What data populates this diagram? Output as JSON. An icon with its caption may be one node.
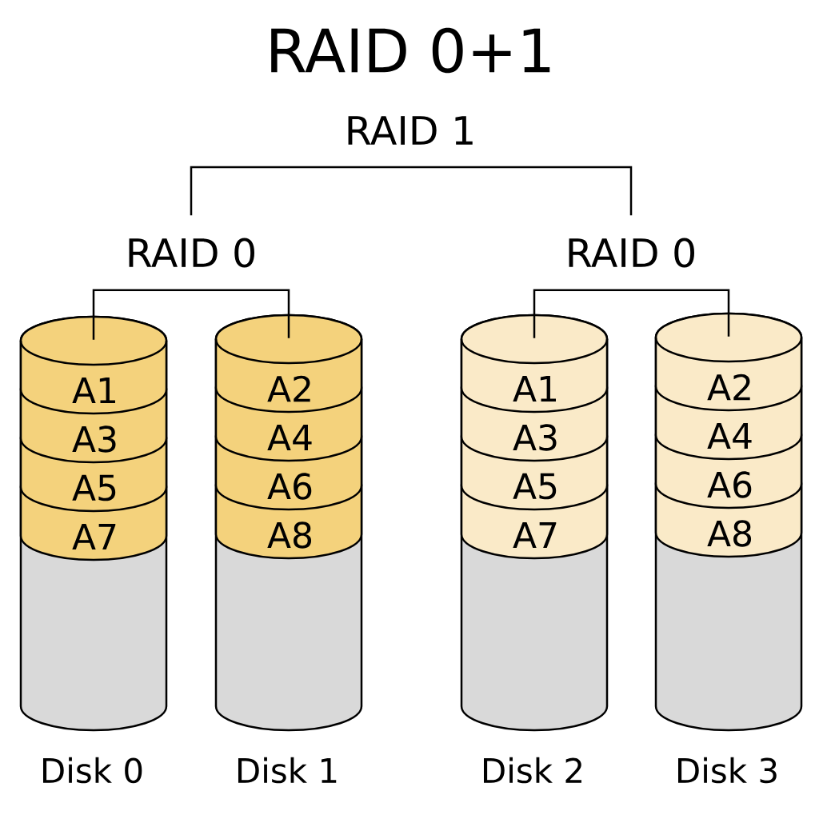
{
  "diagram": {
    "title": "RAID 0+1",
    "nodes": [
      {
        "text": [
          "RAID 1"
        ]
      },
      {
        "text": [
          "RAID 0"
        ]
      },
      {
        "text": [
          "RAID 0"
        ]
      },
      {
        "text": [],
        "shape": "cylinder",
        "beside": [
          "Disk 0"
        ]
      },
      {
        "text": [
          "A1"
        ],
        "in": 3
      },
      {
        "text": [
          "A3"
        ],
        "in": 3
      },
      {
        "text": [
          "A5"
        ],
        "in": 3
      },
      {
        "text": [
          "A7"
        ],
        "in": 3
      },
      {
        "text": [],
        "shape": "cylinder",
        "beside": [
          "Disk 1"
        ]
      },
      {
        "text": [
          "A2"
        ],
        "in": 8
      },
      {
        "text": [
          "A4"
        ],
        "in": 8
      },
      {
        "text": [
          "A6"
        ],
        "in": 8
      },
      {
        "text": [
          "A8"
        ],
        "in": 8
      },
      {
        "text": [],
        "shape": "cylinder",
        "beside": [
          "Disk 2"
        ]
      },
      {
        "text": [
          "A1"
        ],
        "in": 13
      },
      {
        "text": [
          "A3"
        ],
        "in": 13
      },
      {
        "text": [
          "A5"
        ],
        "in": 13
      },
      {
        "text": [
          "A7"
        ],
        "in": 13
      },
      {
        "text": [],
        "shape": "cylinder",
        "beside": [
          "Disk 3"
        ]
      },
      {
        "text": [
          "A2"
        ],
        "in": 18
      },
      {
        "text": [
          "A4"
        ],
        "in": 18
      },
      {
        "text": [
          "A6"
        ],
        "in": 18
      },
      {
        "text": [
          "A8"
        ],
        "in": 18
      }
    ],
    "edges": [
      {
        "from": 0,
        "to": 1,
        "arrow": "none"
      },
      {
        "from": 0,
        "to": 2,
        "arrow": "none"
      },
      {
        "from": 1,
        "to": 3,
        "arrow": "none"
      },
      {
        "from": 1,
        "to": 8,
        "arrow": "none"
      },
      {
        "from": 2,
        "to": 13,
        "arrow": "none"
      },
      {
        "from": 2,
        "to": 18,
        "arrow": "none"
      }
    ]
  }
}
